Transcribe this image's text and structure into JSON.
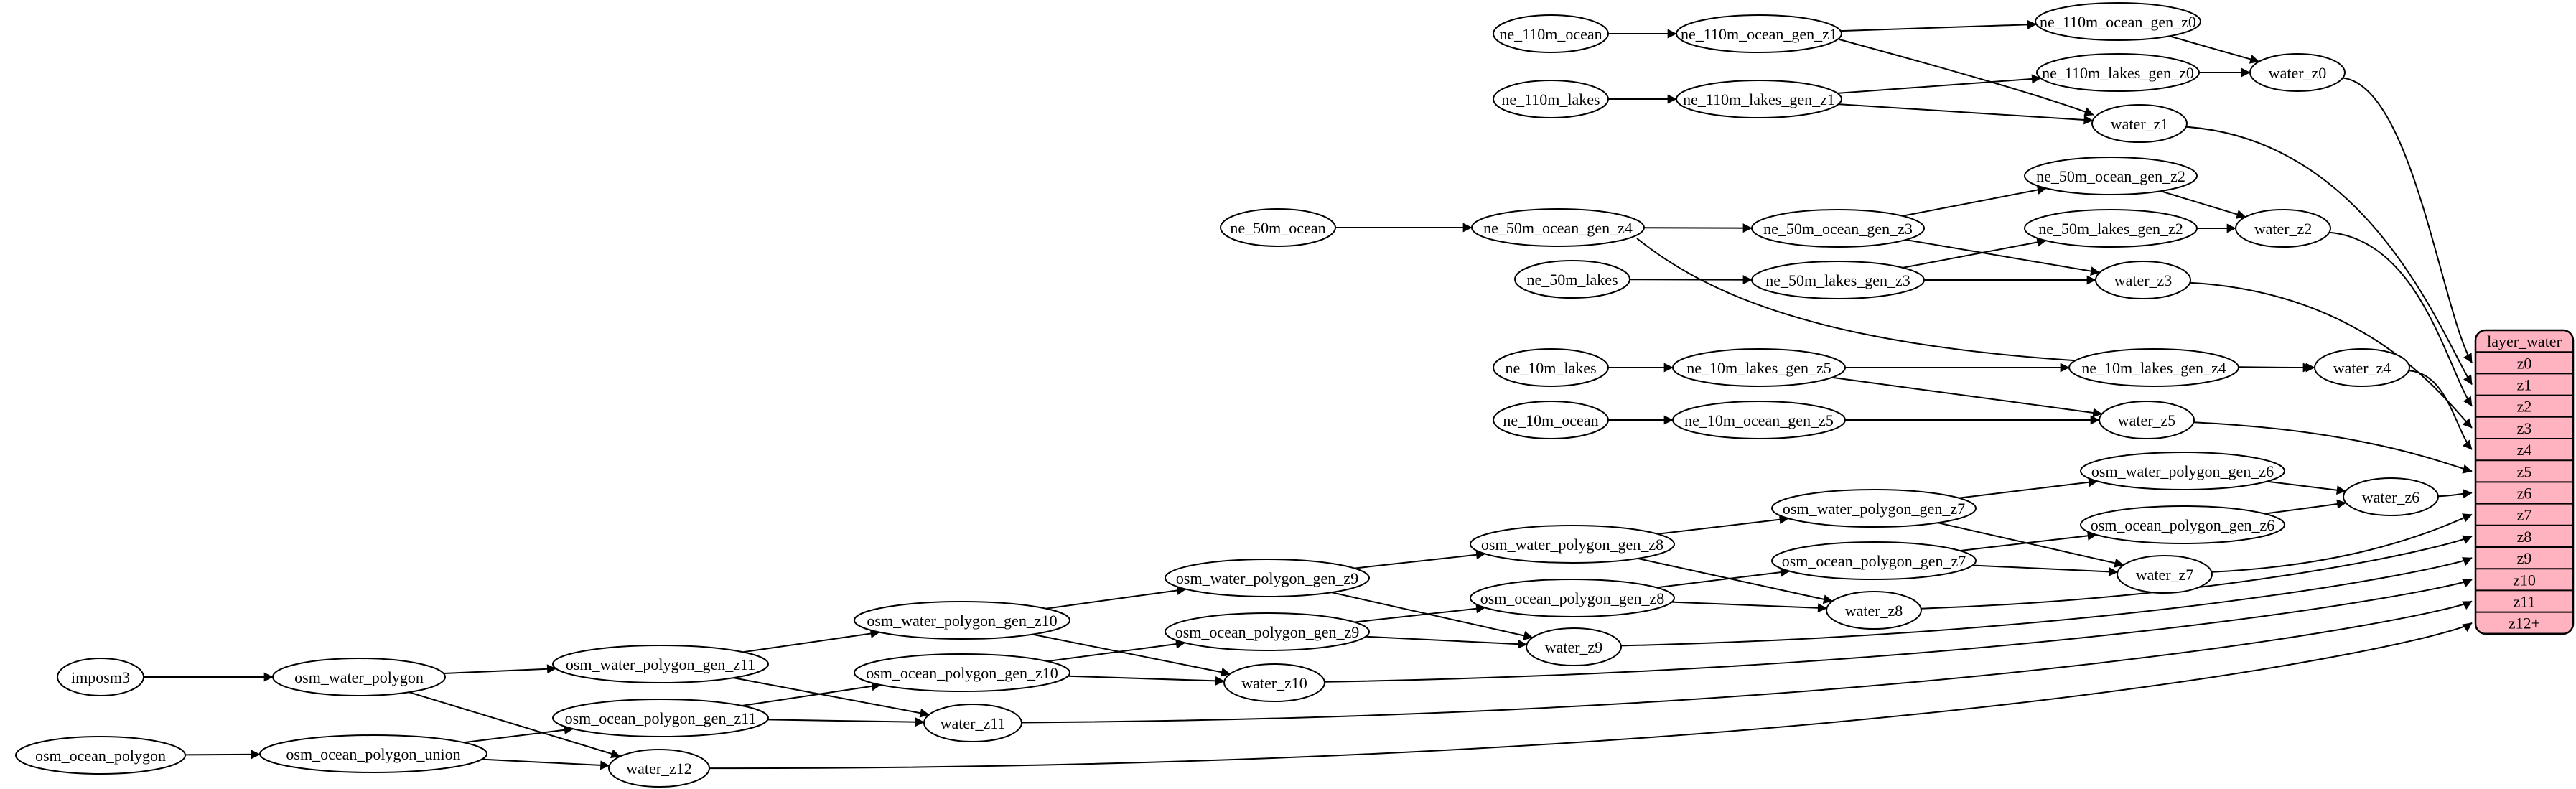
{
  "diagram": {
    "kind": "etl-dependency-graph",
    "background": "#ffffff",
    "node_fill": "#ffffff",
    "node_stroke": "#000000",
    "edge_color": "#000000",
    "arrowhead": "filled-triangle"
  },
  "record": {
    "title": "layer_water",
    "rows": [
      "z0",
      "z1",
      "z2",
      "z3",
      "z4",
      "z5",
      "z6",
      "z7",
      "z8",
      "z9",
      "z10",
      "z11",
      "z12+"
    ],
    "fill": "#ffb3c1",
    "stroke": "#000000"
  },
  "nodes": [
    {
      "id": "ne_110m_ocean",
      "label": "ne_110m_ocean"
    },
    {
      "id": "ne_110m_lakes",
      "label": "ne_110m_lakes"
    },
    {
      "id": "ne_110m_ocean_gen_z1",
      "label": "ne_110m_ocean_gen_z1"
    },
    {
      "id": "ne_110m_lakes_gen_z1",
      "label": "ne_110m_lakes_gen_z1"
    },
    {
      "id": "ne_110m_ocean_gen_z0",
      "label": "ne_110m_ocean_gen_z0"
    },
    {
      "id": "ne_110m_lakes_gen_z0",
      "label": "ne_110m_lakes_gen_z0"
    },
    {
      "id": "water_z0",
      "label": "water_z0"
    },
    {
      "id": "water_z1",
      "label": "water_z1"
    },
    {
      "id": "ne_50m_ocean",
      "label": "ne_50m_ocean"
    },
    {
      "id": "ne_50m_ocean_gen_z4",
      "label": "ne_50m_ocean_gen_z4"
    },
    {
      "id": "ne_50m_lakes",
      "label": "ne_50m_lakes"
    },
    {
      "id": "ne_50m_ocean_gen_z3",
      "label": "ne_50m_ocean_gen_z3"
    },
    {
      "id": "ne_50m_lakes_gen_z3",
      "label": "ne_50m_lakes_gen_z3"
    },
    {
      "id": "ne_50m_ocean_gen_z2",
      "label": "ne_50m_ocean_gen_z2"
    },
    {
      "id": "ne_50m_lakes_gen_z2",
      "label": "ne_50m_lakes_gen_z2"
    },
    {
      "id": "water_z2",
      "label": "water_z2"
    },
    {
      "id": "water_z3",
      "label": "water_z3"
    },
    {
      "id": "ne_10m_lakes",
      "label": "ne_10m_lakes"
    },
    {
      "id": "ne_10m_ocean",
      "label": "ne_10m_ocean"
    },
    {
      "id": "ne_10m_lakes_gen_z5",
      "label": "ne_10m_lakes_gen_z5"
    },
    {
      "id": "ne_10m_ocean_gen_z5",
      "label": "ne_10m_ocean_gen_z5"
    },
    {
      "id": "ne_10m_lakes_gen_z4",
      "label": "ne_10m_lakes_gen_z4"
    },
    {
      "id": "water_z4",
      "label": "water_z4"
    },
    {
      "id": "water_z5",
      "label": "water_z5"
    },
    {
      "id": "imposm3",
      "label": "imposm3"
    },
    {
      "id": "osm_water_polygon",
      "label": "osm_water_polygon"
    },
    {
      "id": "osm_ocean_polygon",
      "label": "osm_ocean_polygon"
    },
    {
      "id": "osm_ocean_polygon_union",
      "label": "osm_ocean_polygon_union"
    },
    {
      "id": "osm_water_polygon_gen_z11",
      "label": "osm_water_polygon_gen_z11"
    },
    {
      "id": "osm_ocean_polygon_gen_z11",
      "label": "osm_ocean_polygon_gen_z11"
    },
    {
      "id": "osm_water_polygon_gen_z10",
      "label": "osm_water_polygon_gen_z10"
    },
    {
      "id": "osm_ocean_polygon_gen_z10",
      "label": "osm_ocean_polygon_gen_z10"
    },
    {
      "id": "osm_water_polygon_gen_z9",
      "label": "osm_water_polygon_gen_z9"
    },
    {
      "id": "osm_ocean_polygon_gen_z9",
      "label": "osm_ocean_polygon_gen_z9"
    },
    {
      "id": "osm_water_polygon_gen_z8",
      "label": "osm_water_polygon_gen_z8"
    },
    {
      "id": "osm_ocean_polygon_gen_z8",
      "label": "osm_ocean_polygon_gen_z8"
    },
    {
      "id": "osm_water_polygon_gen_z7",
      "label": "osm_water_polygon_gen_z7"
    },
    {
      "id": "osm_ocean_polygon_gen_z7",
      "label": "osm_ocean_polygon_gen_z7"
    },
    {
      "id": "osm_water_polygon_gen_z6",
      "label": "osm_water_polygon_gen_z6"
    },
    {
      "id": "osm_ocean_polygon_gen_z6",
      "label": "osm_ocean_polygon_gen_z6"
    },
    {
      "id": "water_z6",
      "label": "water_z6"
    },
    {
      "id": "water_z7",
      "label": "water_z7"
    },
    {
      "id": "water_z8",
      "label": "water_z8"
    },
    {
      "id": "water_z9",
      "label": "water_z9"
    },
    {
      "id": "water_z10",
      "label": "water_z10"
    },
    {
      "id": "water_z11",
      "label": "water_z11"
    },
    {
      "id": "water_z12",
      "label": "water_z12"
    }
  ],
  "edges": [
    [
      "ne_110m_ocean",
      "ne_110m_ocean_gen_z1"
    ],
    [
      "ne_110m_lakes",
      "ne_110m_lakes_gen_z1"
    ],
    [
      "ne_110m_ocean_gen_z1",
      "ne_110m_ocean_gen_z0"
    ],
    [
      "ne_110m_ocean_gen_z1",
      "water_z1"
    ],
    [
      "ne_110m_lakes_gen_z1",
      "ne_110m_lakes_gen_z0"
    ],
    [
      "ne_110m_lakes_gen_z1",
      "water_z1"
    ],
    [
      "ne_110m_ocean_gen_z0",
      "water_z0"
    ],
    [
      "ne_110m_lakes_gen_z0",
      "water_z0"
    ],
    [
      "ne_50m_ocean",
      "ne_50m_ocean_gen_z4"
    ],
    [
      "ne_50m_ocean_gen_z4",
      "ne_50m_ocean_gen_z3"
    ],
    [
      "ne_50m_ocean_gen_z4",
      "water_z4"
    ],
    [
      "ne_50m_lakes",
      "ne_50m_lakes_gen_z3"
    ],
    [
      "ne_50m_ocean_gen_z3",
      "ne_50m_ocean_gen_z2"
    ],
    [
      "ne_50m_ocean_gen_z3",
      "water_z3"
    ],
    [
      "ne_50m_lakes_gen_z3",
      "ne_50m_lakes_gen_z2"
    ],
    [
      "ne_50m_lakes_gen_z3",
      "water_z3"
    ],
    [
      "ne_50m_ocean_gen_z2",
      "water_z2"
    ],
    [
      "ne_50m_lakes_gen_z2",
      "water_z2"
    ],
    [
      "ne_10m_lakes",
      "ne_10m_lakes_gen_z5"
    ],
    [
      "ne_10m_ocean",
      "ne_10m_ocean_gen_z5"
    ],
    [
      "ne_10m_lakes_gen_z5",
      "ne_10m_lakes_gen_z4"
    ],
    [
      "ne_10m_lakes_gen_z5",
      "water_z5"
    ],
    [
      "ne_10m_ocean_gen_z5",
      "water_z5"
    ],
    [
      "ne_10m_lakes_gen_z4",
      "water_z4"
    ],
    [
      "imposm3",
      "osm_water_polygon"
    ],
    [
      "osm_ocean_polygon",
      "osm_ocean_polygon_union"
    ],
    [
      "osm_water_polygon",
      "osm_water_polygon_gen_z11"
    ],
    [
      "osm_water_polygon",
      "water_z12"
    ],
    [
      "osm_ocean_polygon_union",
      "osm_ocean_polygon_gen_z11"
    ],
    [
      "osm_ocean_polygon_union",
      "water_z12"
    ],
    [
      "osm_water_polygon_gen_z11",
      "osm_water_polygon_gen_z10"
    ],
    [
      "osm_water_polygon_gen_z11",
      "water_z11"
    ],
    [
      "osm_ocean_polygon_gen_z11",
      "osm_ocean_polygon_gen_z10"
    ],
    [
      "osm_ocean_polygon_gen_z11",
      "water_z11"
    ],
    [
      "osm_water_polygon_gen_z10",
      "osm_water_polygon_gen_z9"
    ],
    [
      "osm_water_polygon_gen_z10",
      "water_z10"
    ],
    [
      "osm_ocean_polygon_gen_z10",
      "osm_ocean_polygon_gen_z9"
    ],
    [
      "osm_ocean_polygon_gen_z10",
      "water_z10"
    ],
    [
      "osm_water_polygon_gen_z9",
      "osm_water_polygon_gen_z8"
    ],
    [
      "osm_water_polygon_gen_z9",
      "water_z9"
    ],
    [
      "osm_ocean_polygon_gen_z9",
      "osm_ocean_polygon_gen_z8"
    ],
    [
      "osm_ocean_polygon_gen_z9",
      "water_z9"
    ],
    [
      "osm_water_polygon_gen_z8",
      "osm_water_polygon_gen_z7"
    ],
    [
      "osm_water_polygon_gen_z8",
      "water_z8"
    ],
    [
      "osm_ocean_polygon_gen_z8",
      "osm_ocean_polygon_gen_z7"
    ],
    [
      "osm_ocean_polygon_gen_z8",
      "water_z8"
    ],
    [
      "osm_water_polygon_gen_z7",
      "osm_water_polygon_gen_z6"
    ],
    [
      "osm_water_polygon_gen_z7",
      "water_z7"
    ],
    [
      "osm_ocean_polygon_gen_z7",
      "osm_ocean_polygon_gen_z6"
    ],
    [
      "osm_ocean_polygon_gen_z7",
      "water_z7"
    ],
    [
      "osm_water_polygon_gen_z6",
      "water_z6"
    ],
    [
      "osm_ocean_polygon_gen_z6",
      "water_z6"
    ],
    [
      "water_z0",
      "layer_water.z0"
    ],
    [
      "water_z1",
      "layer_water.z1"
    ],
    [
      "water_z2",
      "layer_water.z2"
    ],
    [
      "water_z3",
      "layer_water.z3"
    ],
    [
      "water_z4",
      "layer_water.z4"
    ],
    [
      "water_z5",
      "layer_water.z5"
    ],
    [
      "water_z6",
      "layer_water.z6"
    ],
    [
      "water_z7",
      "layer_water.z7"
    ],
    [
      "water_z8",
      "layer_water.z8"
    ],
    [
      "water_z9",
      "layer_water.z9"
    ],
    [
      "water_z10",
      "layer_water.z10"
    ],
    [
      "water_z11",
      "layer_water.z11"
    ],
    [
      "water_z12",
      "layer_water.z12+"
    ]
  ]
}
